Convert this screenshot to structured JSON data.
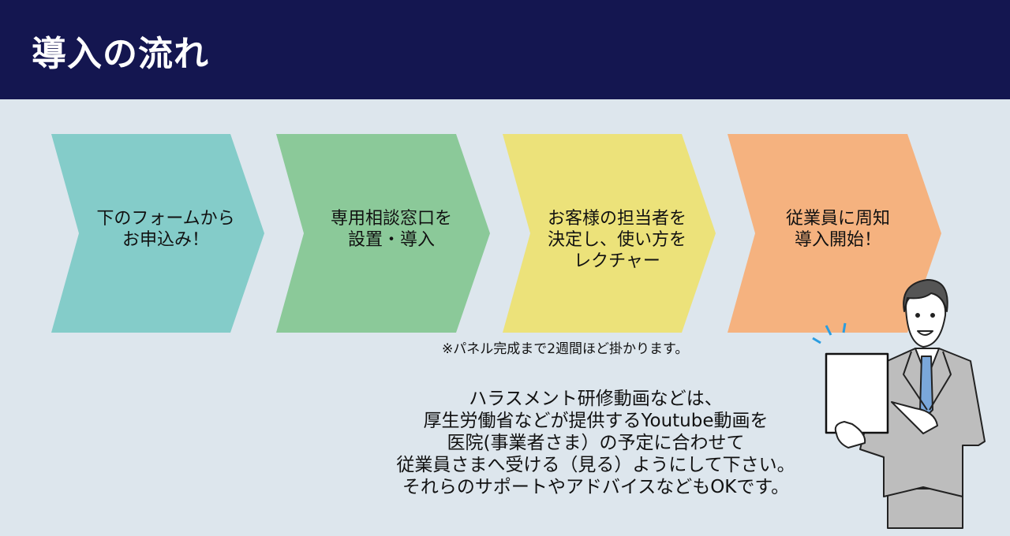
{
  "header": {
    "title": "導入の流れ"
  },
  "colors": {
    "header": "#141650",
    "background": "#dde6ed",
    "step1": "#84ccc9",
    "step2": "#8bc999",
    "step3": "#ece27a",
    "step4": "#f5b27f"
  },
  "steps": [
    {
      "lines": [
        "下のフォームから",
        "お申込み！"
      ]
    },
    {
      "lines": [
        "専用相談窓口を",
        "設置・導入"
      ]
    },
    {
      "lines": [
        "お客様の担当者を",
        "決定し、使い方を",
        "レクチャー"
      ]
    },
    {
      "lines": [
        "従業員に周知",
        "導入開始！"
      ]
    }
  ],
  "note": "※パネル完成まで2週間ほど掛かります。",
  "message": {
    "lines": [
      "ハラスメント研修動画などは、",
      "厚生労働省などが提供するYoutube動画を",
      "医院(事業者さま）の予定に合わせて",
      "従業員さまへ受ける（見る）ようにして下さい。",
      "それらのサポートやアドバイスなどもOKです。"
    ]
  }
}
